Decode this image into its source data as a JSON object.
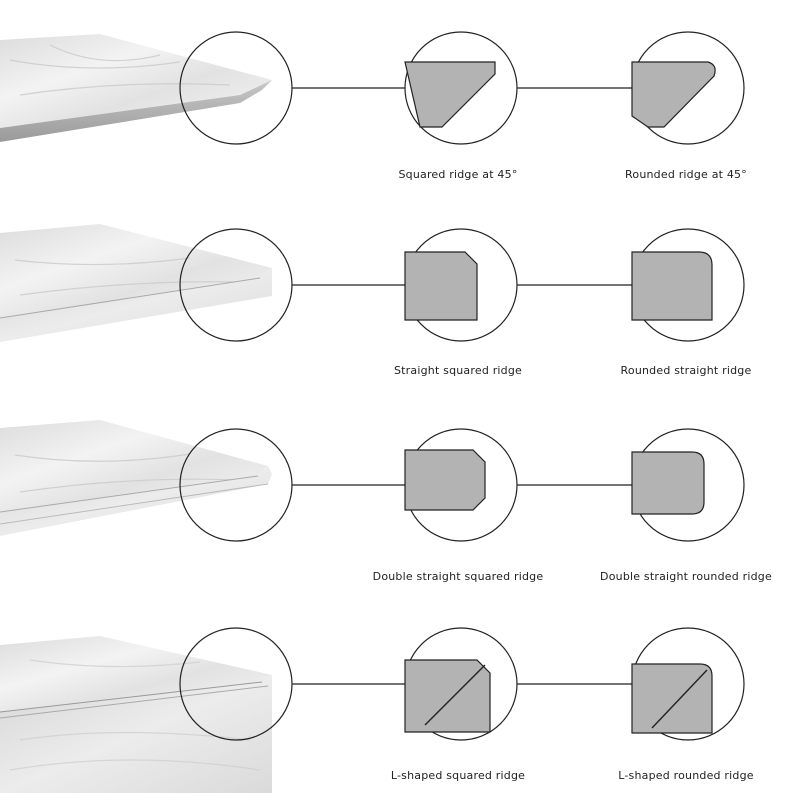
{
  "rows": [
    {
      "label_squared": "Squared ridge at 45°",
      "label_rounded": "Rounded ridge at 45°"
    },
    {
      "label_squared": "Straight squared ridge",
      "label_rounded": "Rounded straight ridge"
    },
    {
      "label_squared": "Double straight squared ridge",
      "label_rounded": "Double straight rounded ridge"
    },
    {
      "label_squared": "L-shaped squared ridge",
      "label_rounded": "L-shaped rounded ridge"
    }
  ],
  "colors": {
    "profile_fill": "#b3b3b3",
    "outline": "#222222",
    "marble_light": "#f2f2f2",
    "marble_dark": "#d9d9d9"
  }
}
